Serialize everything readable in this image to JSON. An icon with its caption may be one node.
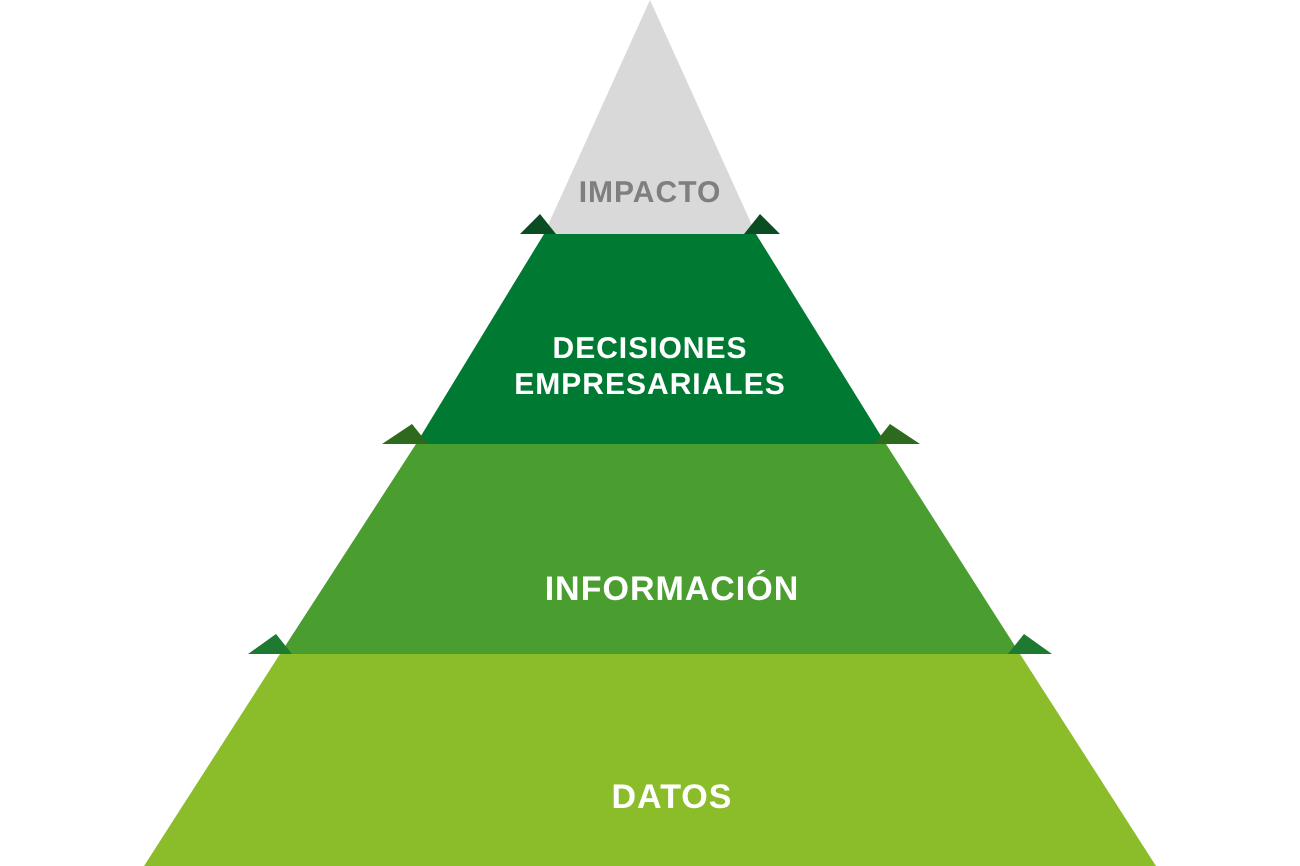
{
  "diagram": {
    "nodes": [
      {
        "text": [
          "IMPACTO"
        ]
      },
      {
        "text": [
          "DECISIONES EMPRESARIALES"
        ]
      },
      {
        "text": [
          "INFORMACIÓN"
        ]
      },
      {
        "text": [
          "DATOS"
        ]
      }
    ]
  }
}
